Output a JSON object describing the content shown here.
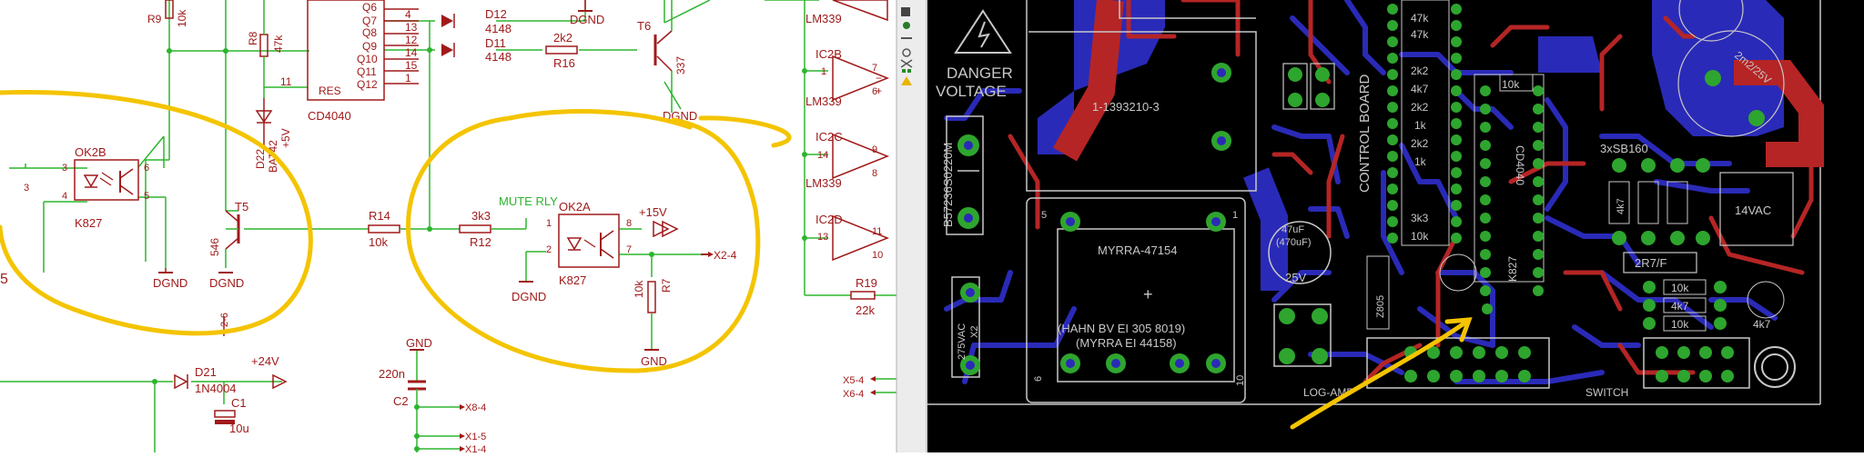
{
  "schematic": {
    "top_nets": [
      "Q6",
      "Q7",
      "Q8",
      "Q9",
      "Q10",
      "Q11",
      "Q12"
    ],
    "top_pins": [
      "4",
      "13",
      "12",
      "14",
      "15",
      "1"
    ],
    "res_label": "RES",
    "pin11": "11",
    "cd4040": "CD4040",
    "r9": "R9",
    "r9_val": "10k",
    "r8": "R8",
    "r8_val": "47k",
    "d12": "D12",
    "d12_val": "4148",
    "d11": "D11",
    "d11_val": "4148",
    "r16_val": "2k2",
    "r16": "R16",
    "dgnd": "DGND",
    "t6": "T6",
    "t6_val": "337",
    "d22": "D22",
    "d22_val": "BAT42",
    "plus5v": "+5V",
    "ok2b": "OK2B",
    "ok2b_part": "K827",
    "pin3": "3",
    "pin4": "4",
    "pin6": "6",
    "pin5": "5",
    "t5": "T5",
    "t5_val": "546",
    "r14": "R14",
    "r14_val": "10k",
    "r12_val": "3k3",
    "r12": "R12",
    "mute_rly": "MUTE RLY",
    "ok2a": "OK2A",
    "ok2a_part": "K827",
    "plus15v": "+15V",
    "pin1": "1",
    "pin2": "2",
    "pin8": "8",
    "pin7": "7",
    "x2_4": "X2-4",
    "r7": "R7",
    "r7_val": "10k",
    "gnd": "GND",
    "net_2_6": "2-6",
    "d21": "D21",
    "d21_val": "1N4004",
    "plus24v": "+24V",
    "c1": "C1",
    "c1_val": "10u",
    "c2_val": "220n",
    "c2": "C2",
    "x8_4": "X8-4",
    "x1_5": "X1-5",
    "x1_4": "X1-4",
    "lm339": "LM339",
    "ic2b": "IC2B",
    "ic2c": "IC2C",
    "ic2d": "IC2D",
    "ic_pins": [
      "1",
      "7",
      "6",
      "14",
      "9",
      "8",
      "13",
      "11",
      "10"
    ],
    "r19": "R19",
    "r19_val": "22k",
    "x5_4": "X5-4",
    "x6_4": "X6-4",
    "edge_5": "5"
  },
  "board": {
    "danger1": "DANGER",
    "danger2": "VOLTAGE",
    "rotated_part": "B57236S0220M",
    "part_1393210": "1-1393210-3",
    "control_board": "CONTROL BOARD",
    "myrra": "MYRRA-47154",
    "hahn": "(HAHN BV EI 305 8019)",
    "myrra2": "(MYRRA EI 44158)",
    "pin5": "5",
    "pin1": "1",
    "pin6": "6",
    "pin10": "10",
    "c_275": "275VAC",
    "x2": "X2",
    "cap_47": "47uF",
    "cap_470": "(470uF)",
    "v25": "25V",
    "z805": "Z805",
    "cd4040": "CD4040",
    "k827": "K827",
    "log_amp": "LOG-AMP",
    "switch": "SWITCH",
    "sb160": "3xSB160",
    "ac14": "14VAC",
    "r2": "2R7/F",
    "v25b": "2m2/25V",
    "r_labels": [
      "47k",
      "47k",
      "2k2",
      "4k7",
      "2k2",
      "1k",
      "2k2",
      "1k",
      "3k3",
      "10k",
      "10k",
      "4k7",
      "4k7",
      "10k",
      "4k7",
      "10k"
    ]
  },
  "colors": {
    "schematic_wire": "#2db52d",
    "schematic_part": "#a01a1a",
    "annotation": "#f4c400",
    "board_bg": "#000000",
    "copper_top": "#b52525",
    "copper_bottom": "#2a2ab8",
    "pad": "#2ea52e",
    "silk": "#c8c8c8"
  },
  "toolbar": {
    "icons": [
      "layers-icon",
      "info-icon",
      "show-icon",
      "mark-icon",
      "ratsnest-icon",
      "drc-icon",
      "errors-icon"
    ]
  }
}
